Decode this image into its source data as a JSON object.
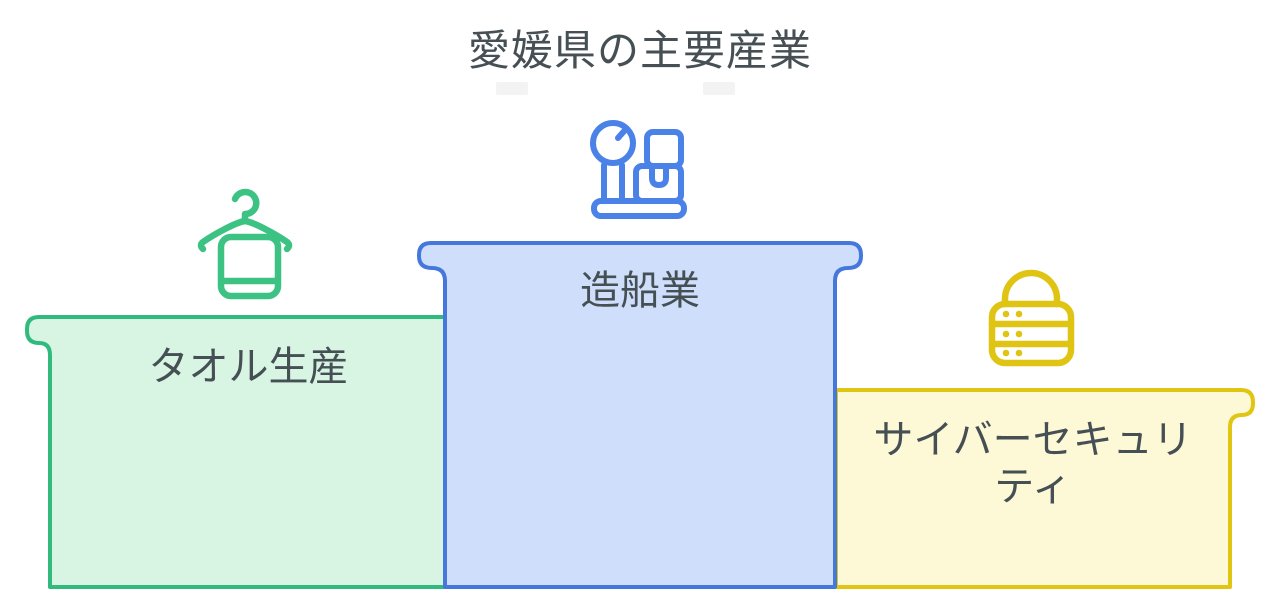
{
  "title": "愛媛県の主要産業",
  "background_color": "#ffffff",
  "text_color": "#454f54",
  "diagram": {
    "type": "podium",
    "items": [
      {
        "label": "タオル生産",
        "icon": "towel-on-hanger-icon",
        "accent_color": "#31ba7d",
        "fill_color": "#d8f5e4",
        "height_rank": 2,
        "position": "left"
      },
      {
        "label": "造船業",
        "icon": "weighing-scale-icon",
        "accent_color": "#4678dc",
        "fill_color": "#cfdffb",
        "height_rank": 1,
        "position": "center"
      },
      {
        "label": "サイバーセキュリティ",
        "icon": "server-lock-icon",
        "accent_color": "#e1c513",
        "fill_color": "#fdf8d6",
        "height_rank": 3,
        "position": "right"
      }
    ]
  }
}
